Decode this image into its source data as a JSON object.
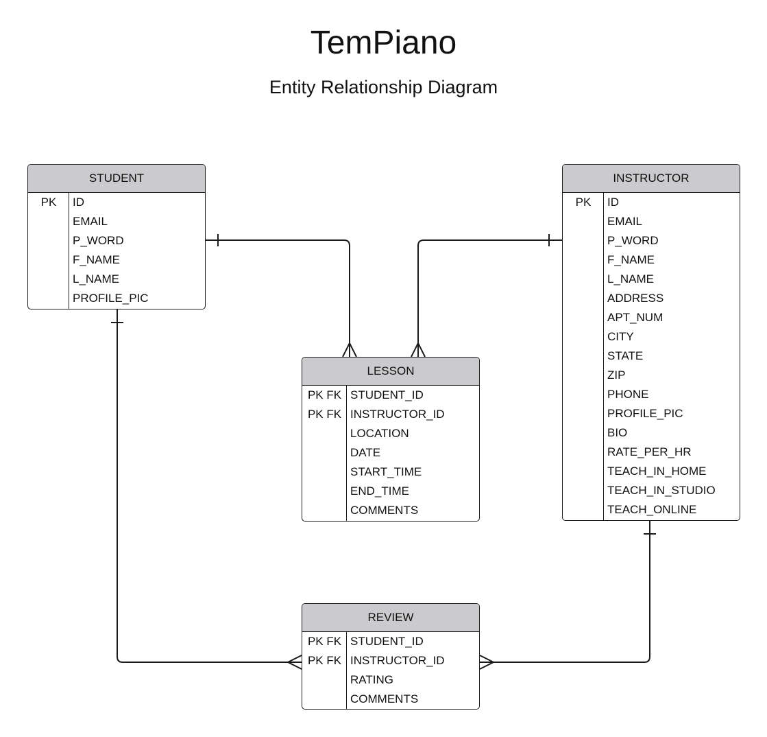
{
  "title": "TemPiano",
  "subtitle": "Entity Relationship Diagram",
  "entities": {
    "student": {
      "name": "STUDENT",
      "rows": [
        {
          "key": "PK",
          "attr": "ID"
        },
        {
          "key": "",
          "attr": "EMAIL"
        },
        {
          "key": "",
          "attr": "P_WORD"
        },
        {
          "key": "",
          "attr": "F_NAME"
        },
        {
          "key": "",
          "attr": "L_NAME"
        },
        {
          "key": "",
          "attr": "PROFILE_PIC"
        }
      ]
    },
    "instructor": {
      "name": "INSTRUCTOR",
      "rows": [
        {
          "key": "PK",
          "attr": "ID"
        },
        {
          "key": "",
          "attr": "EMAIL"
        },
        {
          "key": "",
          "attr": "P_WORD"
        },
        {
          "key": "",
          "attr": "F_NAME"
        },
        {
          "key": "",
          "attr": "L_NAME"
        },
        {
          "key": "",
          "attr": "ADDRESS"
        },
        {
          "key": "",
          "attr": "APT_NUM"
        },
        {
          "key": "",
          "attr": "CITY"
        },
        {
          "key": "",
          "attr": "STATE"
        },
        {
          "key": "",
          "attr": "ZIP"
        },
        {
          "key": "",
          "attr": "PHONE"
        },
        {
          "key": "",
          "attr": "PROFILE_PIC"
        },
        {
          "key": "",
          "attr": "BIO"
        },
        {
          "key": "",
          "attr": "RATE_PER_HR"
        },
        {
          "key": "",
          "attr": "TEACH_IN_HOME"
        },
        {
          "key": "",
          "attr": "TEACH_IN_STUDIO"
        },
        {
          "key": "",
          "attr": "TEACH_ONLINE"
        }
      ]
    },
    "lesson": {
      "name": "LESSON",
      "rows": [
        {
          "key": "PK FK",
          "attr": "STUDENT_ID"
        },
        {
          "key": "PK FK",
          "attr": "INSTRUCTOR_ID"
        },
        {
          "key": "",
          "attr": "LOCATION"
        },
        {
          "key": "",
          "attr": "DATE"
        },
        {
          "key": "",
          "attr": "START_TIME"
        },
        {
          "key": "",
          "attr": "END_TIME"
        },
        {
          "key": "",
          "attr": "COMMENTS"
        }
      ]
    },
    "review": {
      "name": "REVIEW",
      "rows": [
        {
          "key": "PK FK",
          "attr": "STUDENT_ID"
        },
        {
          "key": "PK FK",
          "attr": "INSTRUCTOR_ID"
        },
        {
          "key": "",
          "attr": "RATING"
        },
        {
          "key": "",
          "attr": "COMMENTS"
        }
      ]
    }
  },
  "relationships": [
    {
      "from": "STUDENT",
      "to": "LESSON",
      "from_cardinality": "one",
      "to_cardinality": "many"
    },
    {
      "from": "INSTRUCTOR",
      "to": "LESSON",
      "from_cardinality": "one",
      "to_cardinality": "many"
    },
    {
      "from": "STUDENT",
      "to": "REVIEW",
      "from_cardinality": "one",
      "to_cardinality": "many"
    },
    {
      "from": "INSTRUCTOR",
      "to": "REVIEW",
      "from_cardinality": "one",
      "to_cardinality": "many"
    }
  ]
}
